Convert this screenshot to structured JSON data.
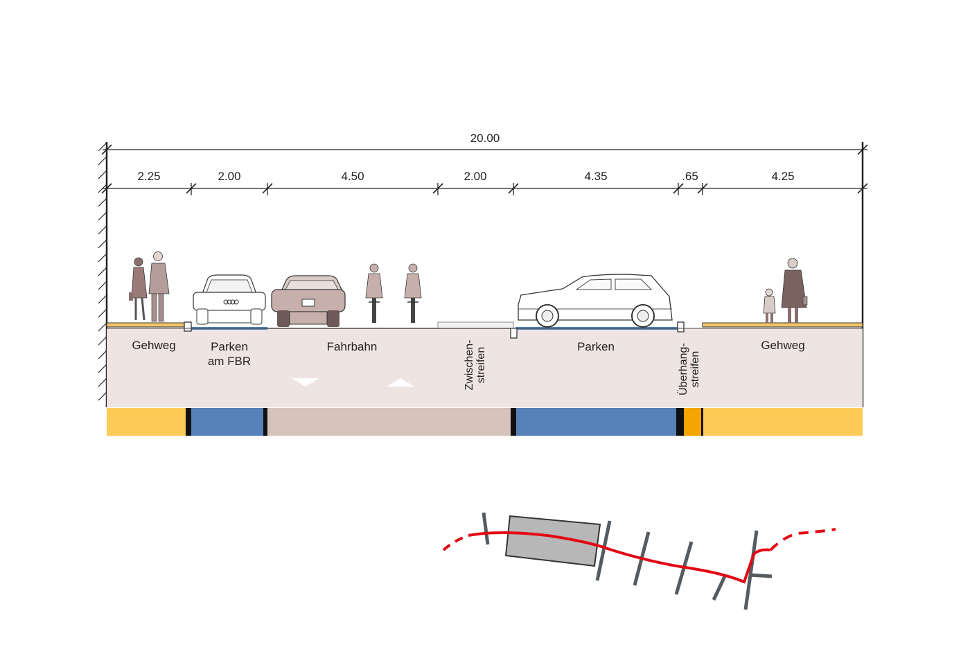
{
  "dimensions": {
    "total": "20.00",
    "segments": [
      "2.25",
      "2.00",
      "4.50",
      "2.00",
      "4.35",
      ".65",
      "4.25"
    ]
  },
  "labels": {
    "gehweg_left": "Gehweg",
    "parken_fbr_line1": "Parken",
    "parken_fbr_line2": "am FBR",
    "fahrbahn": "Fahrbahn",
    "zwischen_line1": "Zwischen-",
    "zwischen_line2": "streifen",
    "parken_right": "Parken",
    "ueberhang_line1": "Überhang-",
    "ueberhang_line2": "streifen",
    "gehweg_right": "Gehweg"
  },
  "colors": {
    "gehweg": "#FECB57",
    "parken": "#5781B9",
    "fahrbahn": "#D5C3BC",
    "ueberhang": "#F6A400",
    "body_section": "#EEE4E1",
    "route_line": "#E30613"
  }
}
